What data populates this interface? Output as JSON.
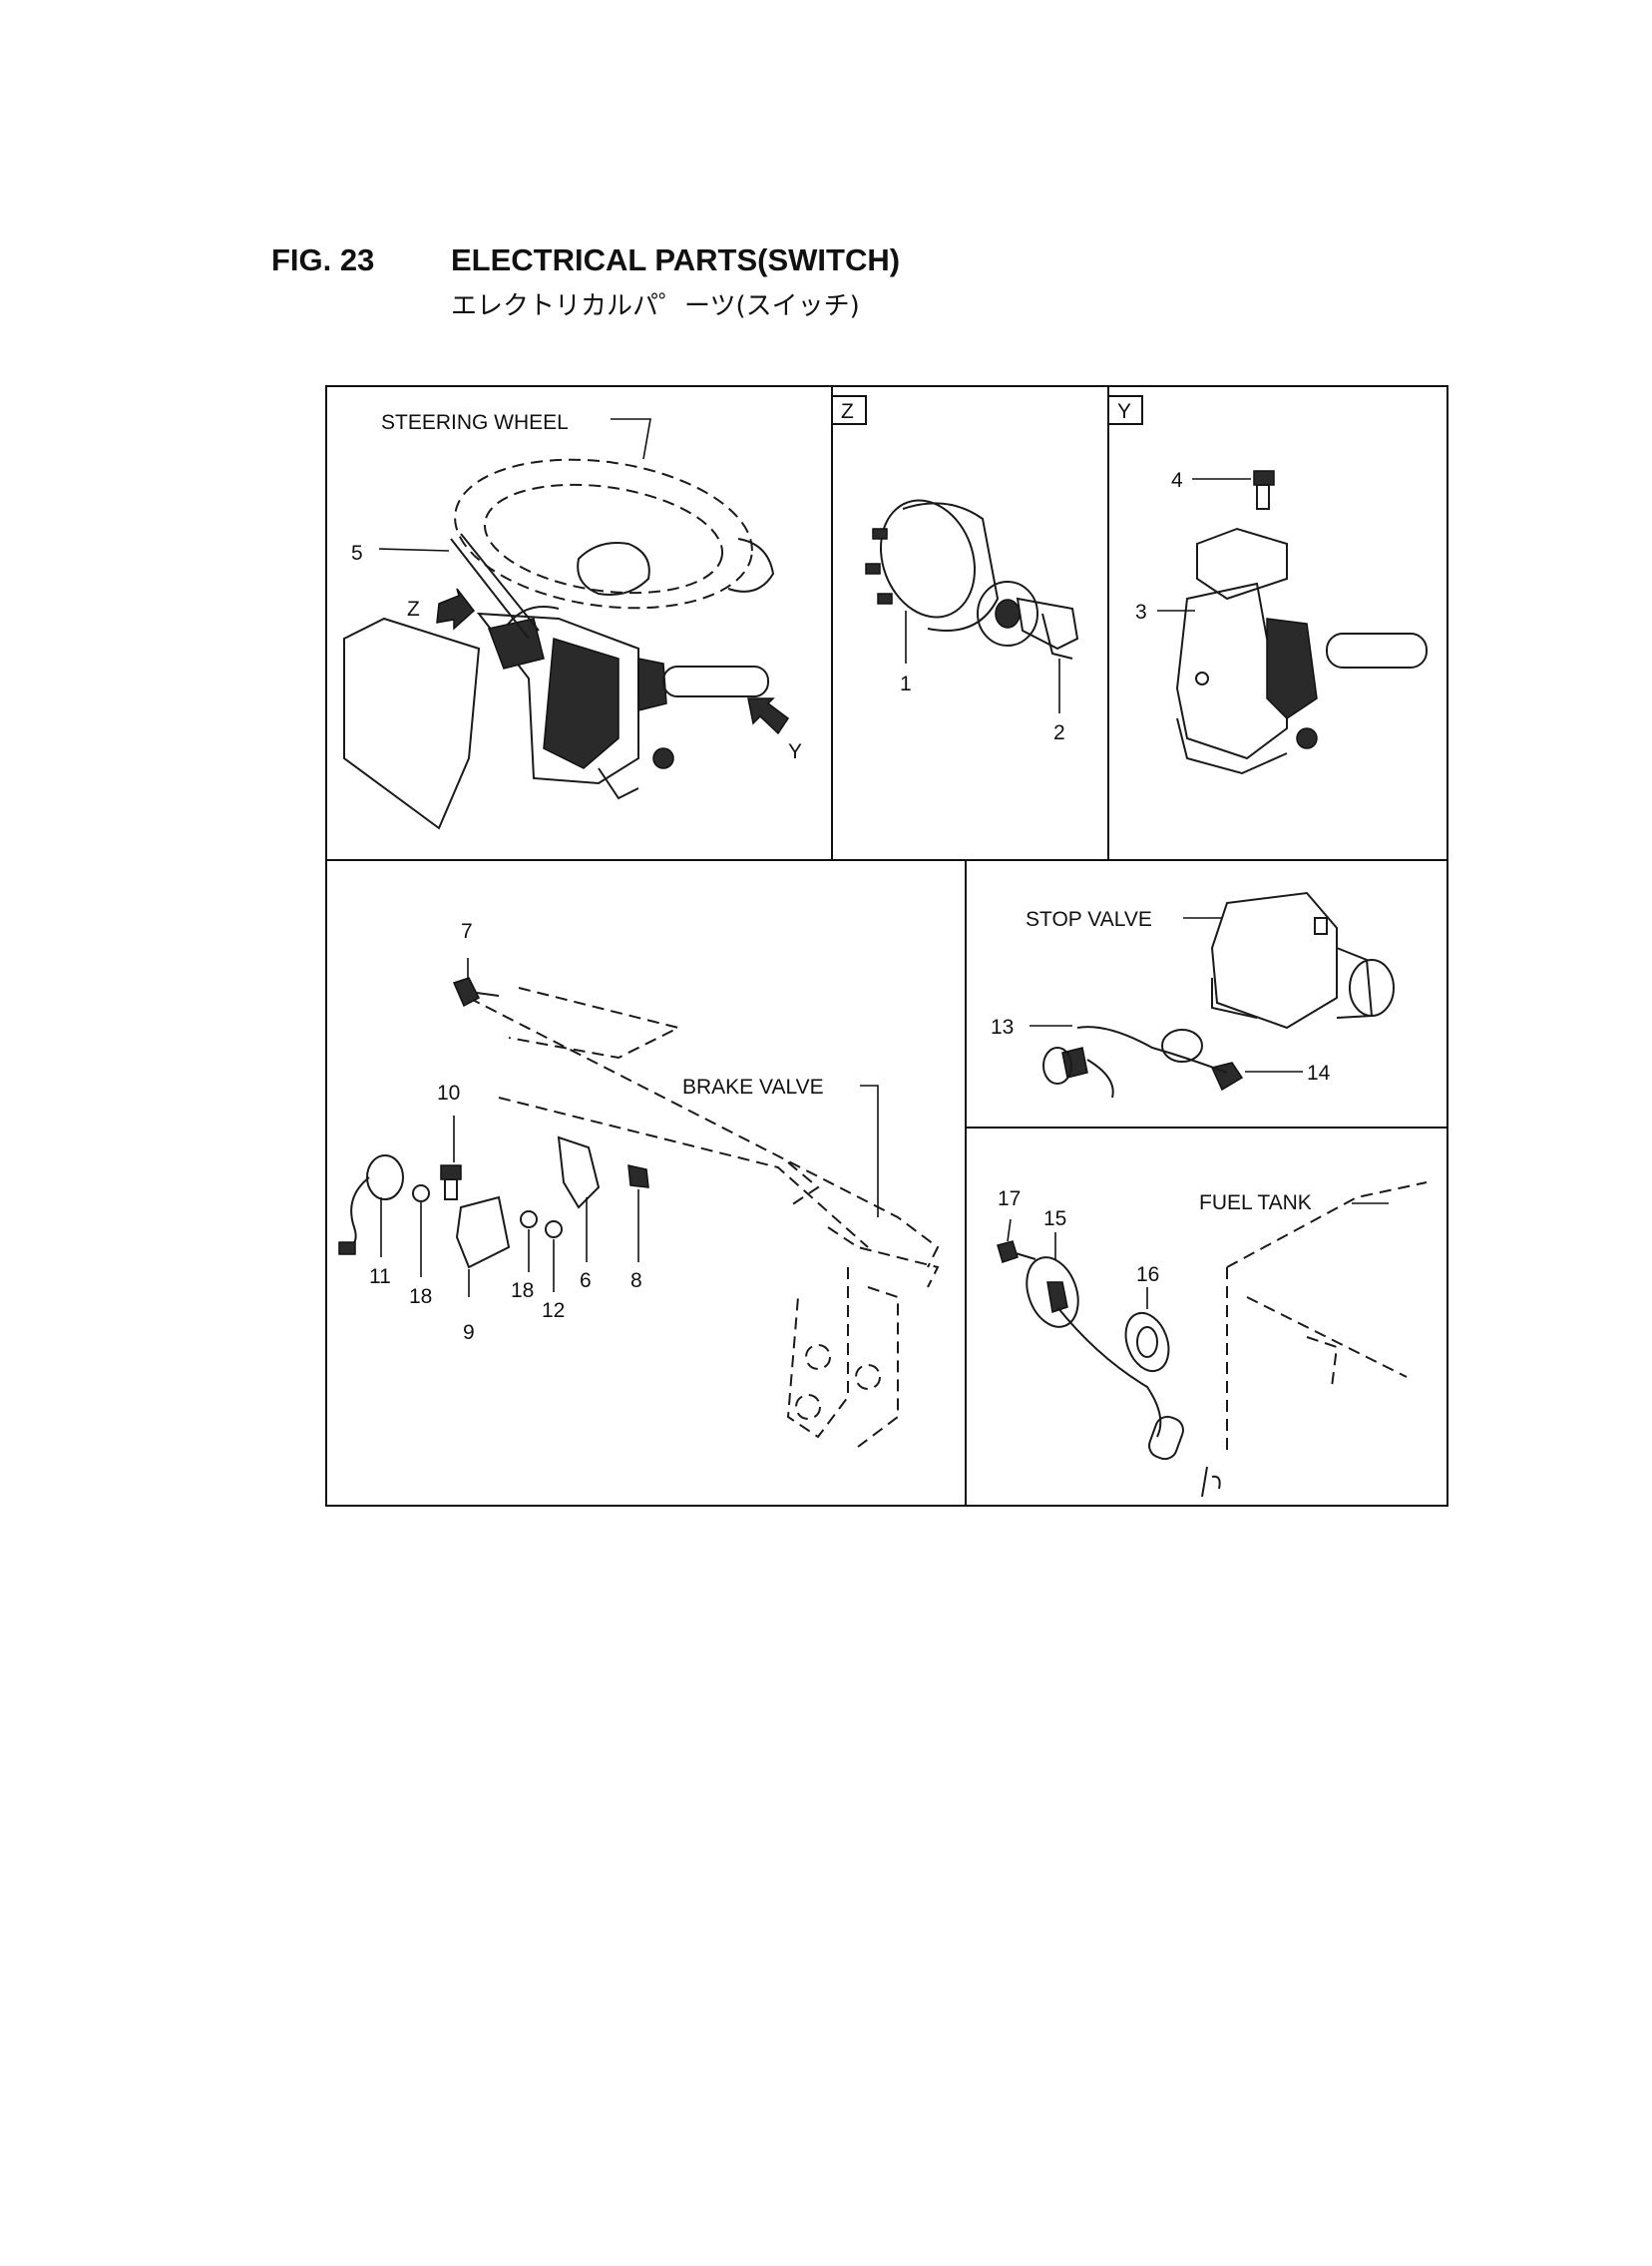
{
  "header": {
    "fig_no": "FIG. 23",
    "title": "ELECTRICAL PARTS(SWITCH)",
    "subtitle": "エレクトリカルパ゜ーツ(スイッチ)"
  },
  "panels": {
    "steering": {
      "steering_wheel": "STEERING WHEEL",
      "part_5": "5",
      "view_z": "Z",
      "view_y": "Y"
    },
    "view_z": {
      "tag": "Z",
      "part_1": "1",
      "part_2": "2"
    },
    "view_y": {
      "tag": "Y",
      "part_4": "4",
      "part_3": "3"
    },
    "brake": {
      "brake_valve": "BRAKE VALVE",
      "p7": "7",
      "p10": "10",
      "p11": "11",
      "p18a": "18",
      "p9": "9",
      "p18b": "18",
      "p12": "12",
      "p6": "6",
      "p8": "8"
    },
    "stop_valve": {
      "label": "STOP VALVE",
      "p13": "13",
      "p14": "14"
    },
    "fuel": {
      "label": "FUEL TANK",
      "p17": "17",
      "p15": "15",
      "p16": "16"
    }
  },
  "colors": {
    "ink": "#111111",
    "paper": "#ffffff"
  }
}
